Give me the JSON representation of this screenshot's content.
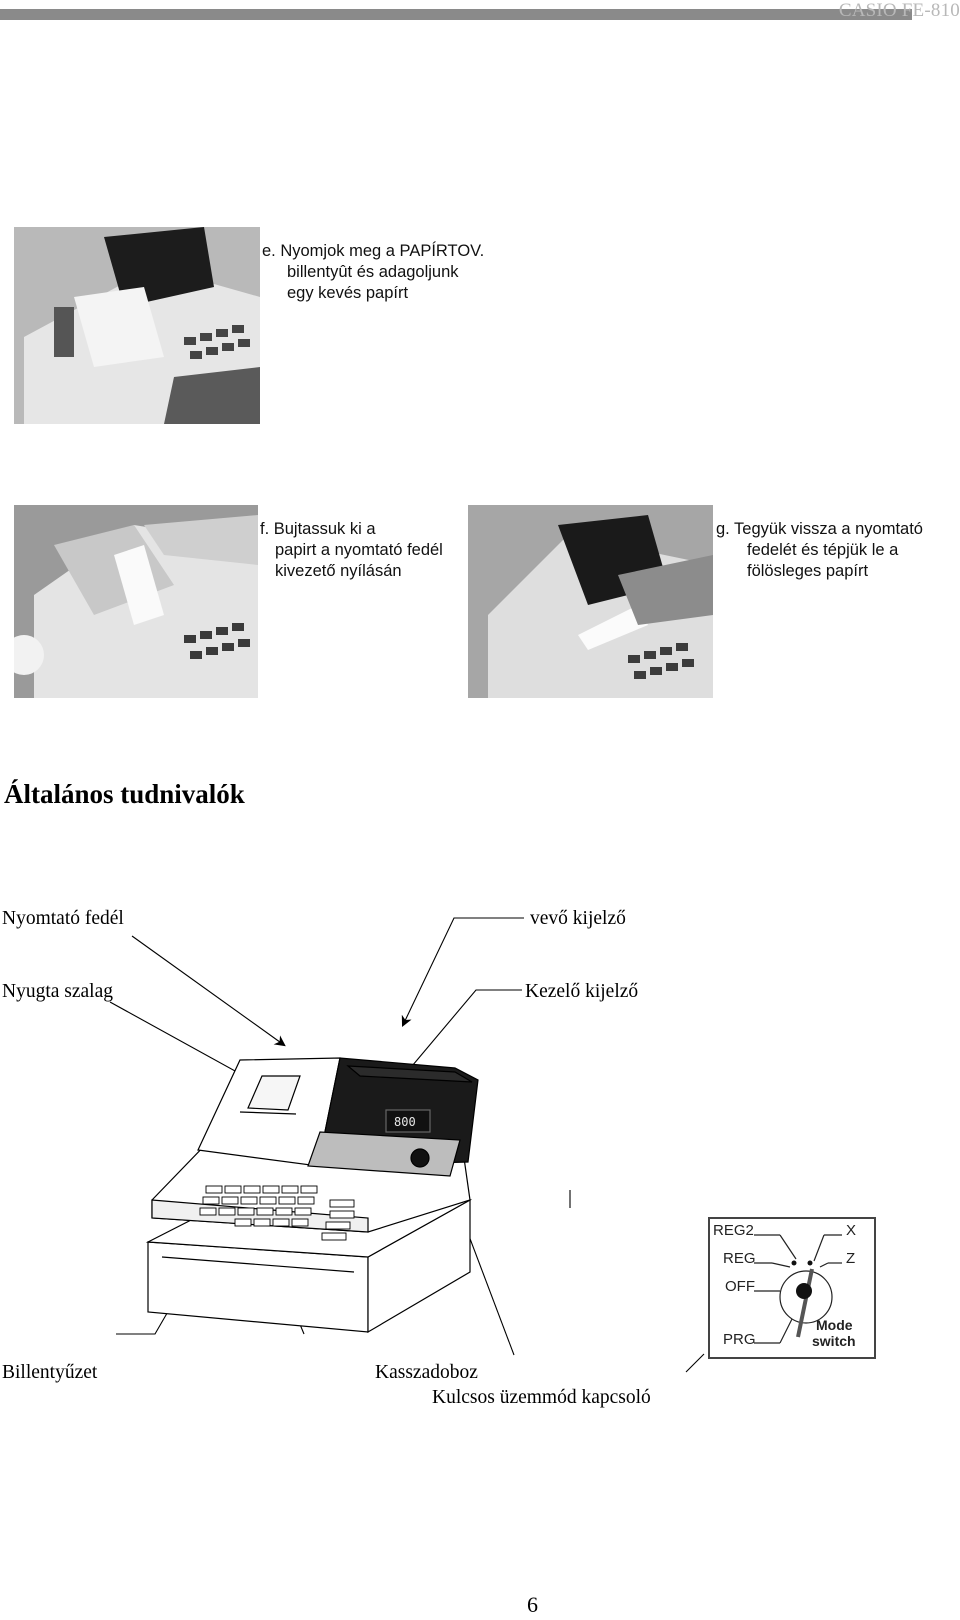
{
  "header": {
    "title": "CASIO FE-810"
  },
  "steps": [
    {
      "id": "e",
      "line1": "e. Nyomjok meg a PAPÍRTOV.",
      "line2": "billentyût és adagoljunk",
      "line3": "egy kevés papírt"
    },
    {
      "id": "f",
      "line1": "f. Bujtassuk ki a",
      "line2": "papirt a nyomtató fedél",
      "line3": "kivezető nyílásán"
    },
    {
      "id": "g",
      "line1": "g. Tegyük vissza a nyomtató",
      "line2": "fedelét és tépjük le a",
      "line3": "fölösleges papírt"
    }
  ],
  "section": {
    "title": "Általános tudnivalók"
  },
  "labels": {
    "printer_cover": "Nyomtató fedél",
    "customer_display": "vevő kijelző",
    "receipt_roll": "Nyugta szalag",
    "operator_display": "Kezelő kijelző",
    "keyboard": "Billentyűzet",
    "cash_drawer": "Kasszadoboz",
    "mode_switch": "Kulcsos üzemmód kapcsoló"
  },
  "register_display": "800",
  "mode_switch_panel": {
    "reg2": "REG2",
    "reg": "REG",
    "off": "OFF",
    "prg": "PRG",
    "x": "X",
    "z": "Z",
    "mode": "Mode",
    "switch": "switch"
  },
  "page_number": "6"
}
